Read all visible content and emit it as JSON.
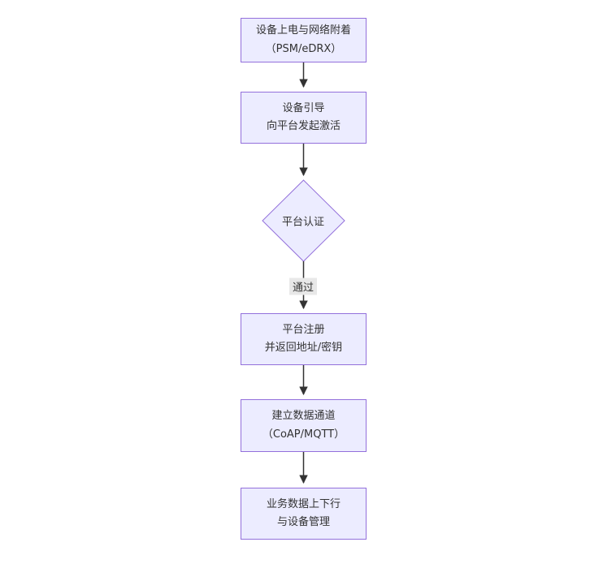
{
  "diagram": {
    "type": "flowchart-vertical",
    "nodes": [
      {
        "id": "power-on",
        "shape": "rect",
        "lines": [
          "设备上电与网络附着",
          "（PSM/eDRX）"
        ]
      },
      {
        "id": "bootstrap",
        "shape": "rect",
        "lines": [
          "设备引导",
          "向平台发起激活"
        ]
      },
      {
        "id": "platform-auth",
        "shape": "diamond",
        "lines": [
          "平台认证"
        ]
      },
      {
        "id": "register",
        "shape": "rect",
        "lines": [
          "平台注册",
          "并返回地址/密钥"
        ]
      },
      {
        "id": "data-channel",
        "shape": "rect",
        "lines": [
          "建立数据通道",
          "（CoAP/MQTT）"
        ]
      },
      {
        "id": "business",
        "shape": "rect",
        "lines": [
          "业务数据上下行",
          "与设备管理"
        ]
      }
    ],
    "edges": [
      {
        "from": "power-on",
        "to": "bootstrap",
        "label": ""
      },
      {
        "from": "bootstrap",
        "to": "platform-auth",
        "label": ""
      },
      {
        "from": "platform-auth",
        "to": "register",
        "label": "通过"
      },
      {
        "from": "register",
        "to": "data-channel",
        "label": ""
      },
      {
        "from": "data-channel",
        "to": "business",
        "label": ""
      }
    ],
    "colors": {
      "node_fill": "#ECECFF",
      "node_border": "#9370DB",
      "edge_stroke": "#333333",
      "edge_label_bg": "#e8e8e8",
      "text": "#333333",
      "background": "#ffffff"
    }
  }
}
